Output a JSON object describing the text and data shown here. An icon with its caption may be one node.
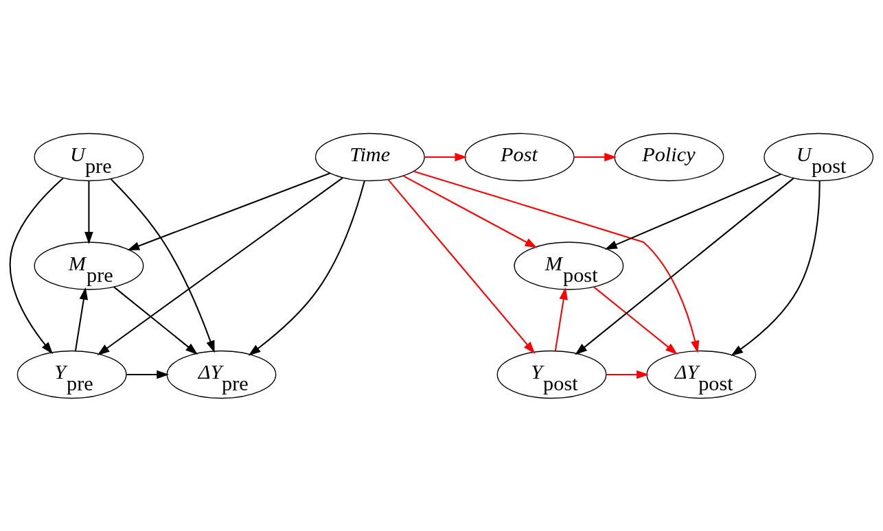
{
  "diagram": {
    "nodes": [
      {
        "text": [
          "Time"
        ]
      },
      {
        "text": [
          "Post"
        ]
      },
      {
        "text": [
          "Policy"
        ]
      },
      {
        "text": [
          "M$_{pre}$"
        ]
      },
      {
        "text": [
          "Y$_{pre}$"
        ]
      },
      {
        "text": [
          "ΔY$_{pre}$"
        ]
      },
      {
        "text": [
          "U$_{pre}$"
        ]
      },
      {
        "text": [
          "M$_{post}$"
        ]
      },
      {
        "text": [
          "Y$_{post}$"
        ]
      },
      {
        "text": [
          "ΔY$_{post}$"
        ]
      },
      {
        "text": [
          "U$_{post}$"
        ]
      }
    ],
    "edges": [
      {
        "from": 0,
        "to": 1,
        "arrow": "to",
        "color": "#ff0000"
      },
      {
        "from": 1,
        "to": 2,
        "arrow": "to",
        "color": "#ff0000"
      },
      {
        "from": 0,
        "to": 4,
        "arrow": "to"
      },
      {
        "from": 0,
        "to": 3,
        "arrow": "to"
      },
      {
        "from": 0,
        "to": 5,
        "arrow": "to"
      },
      {
        "from": 0,
        "to": 7,
        "arrow": "to",
        "color": "#ff0000"
      },
      {
        "from": 0,
        "to": 8,
        "arrow": "to",
        "color": "#ff0000"
      },
      {
        "from": 0,
        "to": 9,
        "arrow": "to",
        "color": "#ff0000"
      },
      {
        "from": 4,
        "to": 3,
        "arrow": "to"
      },
      {
        "from": 3,
        "to": 5,
        "arrow": "to"
      },
      {
        "from": 4,
        "to": 5,
        "arrow": "to"
      },
      {
        "from": 6,
        "to": 4,
        "arrow": "to"
      },
      {
        "from": 6,
        "to": 3,
        "arrow": "to"
      },
      {
        "from": 6,
        "to": 5,
        "arrow": "to"
      },
      {
        "from": 8,
        "to": 7,
        "arrow": "to",
        "color": "#ff0000"
      },
      {
        "from": 7,
        "to": 9,
        "arrow": "to",
        "color": "#ff0000"
      },
      {
        "from": 8,
        "to": 9,
        "arrow": "to",
        "color": "#ff0000"
      },
      {
        "from": 10,
        "to": 8,
        "arrow": "to"
      },
      {
        "from": 10,
        "to": 7,
        "arrow": "to"
      },
      {
        "from": 10,
        "to": 9,
        "arrow": "to"
      }
    ]
  }
}
